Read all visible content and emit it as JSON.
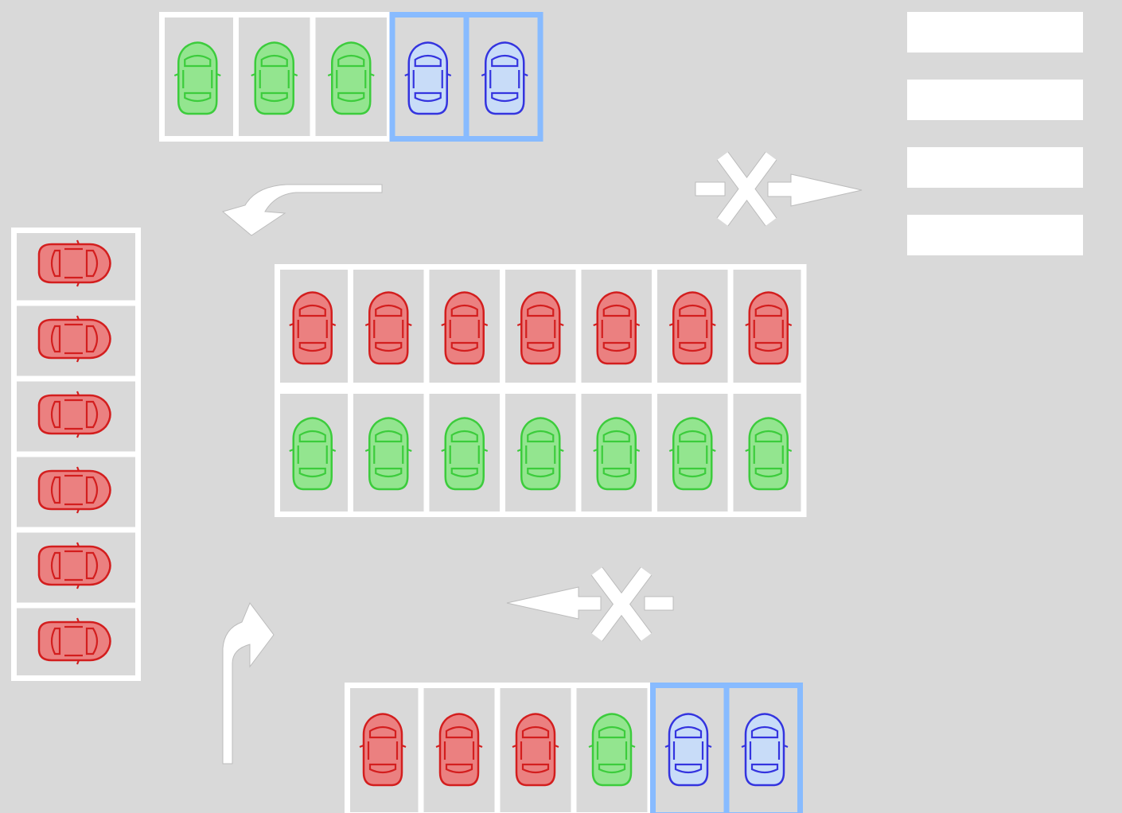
{
  "colors": {
    "ground": "#d9d9d9",
    "marking": "#ffffff",
    "accessible_outline": "#88bbff",
    "status": {
      "green": {
        "fill": "#93e58f",
        "stroke": "#3ccc3c"
      },
      "red": {
        "fill": "#eb8080",
        "stroke": "#d31e1e"
      },
      "blue": {
        "fill": "#c8dcf8",
        "stroke": "#3434df"
      }
    }
  },
  "rows": [
    {
      "id": "top-row",
      "orientation": "vertical",
      "spots": [
        "green",
        "green",
        "green",
        "blue",
        "blue"
      ],
      "accessible": [
        3,
        4
      ]
    },
    {
      "id": "left-column",
      "orientation": "horizontal",
      "spots": [
        "red",
        "red",
        "red",
        "red",
        "red",
        "red"
      ],
      "accessible": []
    },
    {
      "id": "center-upper",
      "orientation": "vertical",
      "spots": [
        "red",
        "red",
        "red",
        "red",
        "red",
        "red",
        "red"
      ],
      "accessible": []
    },
    {
      "id": "center-lower",
      "orientation": "vertical",
      "spots": [
        "green",
        "green",
        "green",
        "green",
        "green",
        "green",
        "green"
      ],
      "accessible": []
    },
    {
      "id": "bottom-row",
      "orientation": "vertical",
      "spots": [
        "red",
        "red",
        "red",
        "green",
        "blue",
        "blue"
      ],
      "accessible": [
        4,
        5
      ]
    }
  ],
  "icons": [
    "turn-left-arrow-icon",
    "no-entry-right-arrow-icon",
    "no-entry-left-arrow-icon",
    "turn-right-arrow-icon",
    "crosswalk-icon"
  ]
}
